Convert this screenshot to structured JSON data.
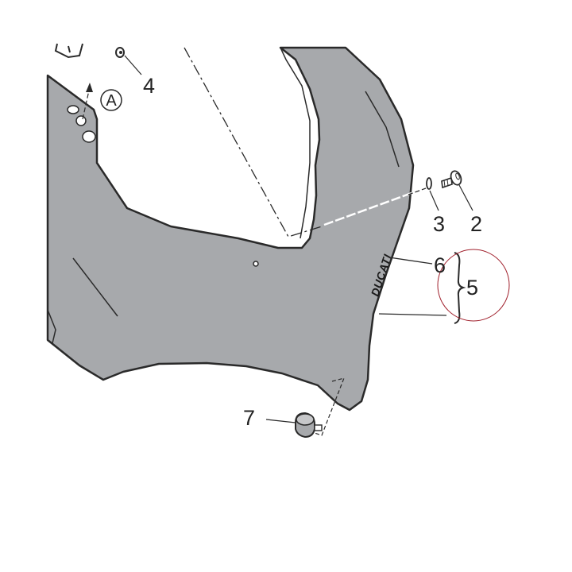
{
  "diagram": {
    "callouts": {
      "a": "A",
      "n2": "2",
      "n3": "3",
      "n4": "4",
      "n5": "5",
      "n6": "6",
      "n7": "7"
    },
    "logo": "DUCATI",
    "colors": {
      "panel_fill": "#a7a9ac",
      "outline": "#2a2a2a",
      "highlight_circle": "#a0202c",
      "background": "#ffffff"
    }
  }
}
